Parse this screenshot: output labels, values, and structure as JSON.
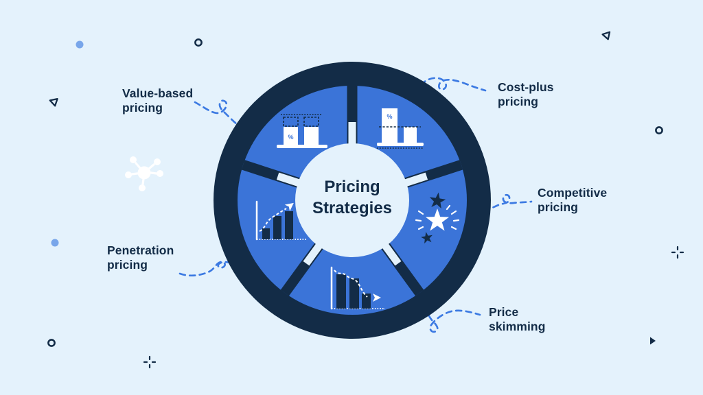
{
  "canvas": {
    "background": "#e4f2fc"
  },
  "colors": {
    "navy": "#132c47",
    "segment_blue": "#3b74d8",
    "connector_blue": "#3c7ae2",
    "dot_blue": "#78a6ea",
    "white": "#ffffff"
  },
  "wheel": {
    "title": "Pricing Strategies",
    "segment_count": 5
  },
  "strategies": [
    {
      "id": "value-based-pricing",
      "line1": "Value-based",
      "line2": "pricing",
      "icon": "premium-value-bars-icon",
      "badge": "%"
    },
    {
      "id": "cost-plus-pricing",
      "line1": "Cost-plus",
      "line2": "pricing",
      "icon": "cost-markup-bars-icon",
      "badge": "%"
    },
    {
      "id": "competitive-pricing",
      "line1": "Competitive",
      "line2": "pricing",
      "icon": "stars-icon"
    },
    {
      "id": "price-skimming",
      "line1": "Price",
      "line2": "skimming",
      "icon": "declining-bars-arrow-icon"
    },
    {
      "id": "penetration-pricing",
      "line1": "Penetration",
      "line2": "pricing",
      "icon": "rising-bars-arrow-icon"
    }
  ],
  "decorations": [
    "molecule-icon",
    "ring-icon",
    "triangle-outline-icon",
    "triangle-filled-icon",
    "crosshair-icon",
    "dot",
    "dashed-connector"
  ]
}
